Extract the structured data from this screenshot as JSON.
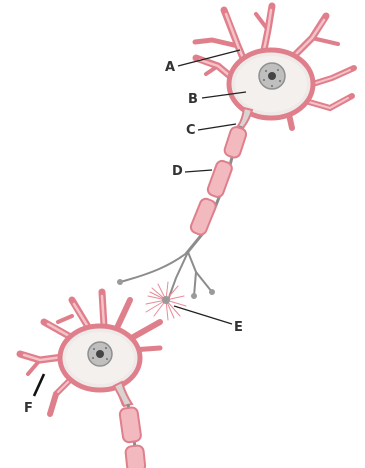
{
  "labels": {
    "a": "A",
    "b": "B",
    "c": "C",
    "d": "D",
    "e": "E",
    "f": "F"
  },
  "colors": {
    "background": "#ffffff",
    "membrane": "#e07f8c",
    "dendrite_fill": "#ec9ca6",
    "cytoplasm": "#efeae8",
    "nucleus": "#bfbfbf",
    "nucleolus": "#444444",
    "myelin": "#f2b9bf",
    "axon": "#8c8c8c",
    "synapse_glow": "#e88c98",
    "leader_line": "#222222"
  }
}
